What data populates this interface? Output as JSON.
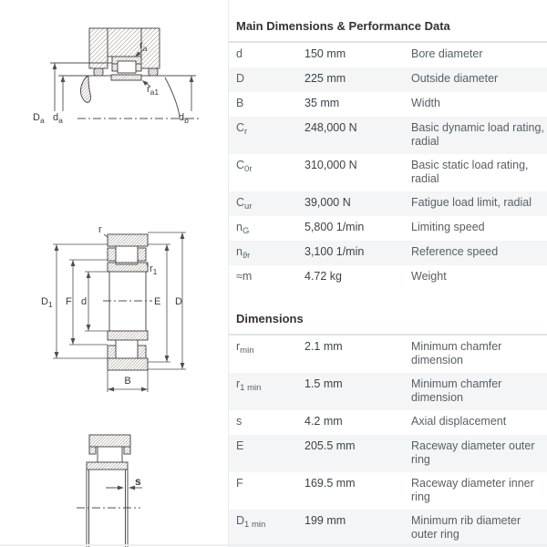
{
  "tables": {
    "main": {
      "title": "Main Dimensions & Performance Data",
      "rows": [
        {
          "sym": "d",
          "sub": "",
          "value": "150 mm",
          "desc": "Bore diameter"
        },
        {
          "sym": "D",
          "sub": "",
          "value": "225 mm",
          "desc": "Outside diameter"
        },
        {
          "sym": "B",
          "sub": "",
          "value": "35 mm",
          "desc": "Width"
        },
        {
          "sym": "C",
          "sub": "r",
          "value": "248,000 N",
          "desc": "Basic dynamic load rating,\nradial"
        },
        {
          "sym": "C",
          "sub": "0r",
          "value": "310,000 N",
          "desc": "Basic static load rating,\nradial"
        },
        {
          "sym": "C",
          "sub": "ur",
          "value": "39,000 N",
          "desc": "Fatigue load limit, radial"
        },
        {
          "sym": "n",
          "sub": "G",
          "value": "5,800 1/min",
          "desc": "Limiting speed"
        },
        {
          "sym": "n",
          "sub": "ϑr",
          "value": "3,100 1/min",
          "desc": "Reference speed"
        },
        {
          "sym": "≈m",
          "sub": "",
          "value": "4.72 kg",
          "desc": "Weight"
        }
      ]
    },
    "dimensions": {
      "title": "Dimensions",
      "rows": [
        {
          "sym": "r",
          "sub": "min",
          "value": "2.1 mm",
          "desc": "Minimum chamfer\ndimension"
        },
        {
          "sym": "r",
          "sub": "1 min",
          "value": "1.5 mm",
          "desc": "Minimum chamfer\ndimension"
        },
        {
          "sym": "s",
          "sub": "",
          "value": "4.2 mm",
          "desc": "Axial displacement"
        },
        {
          "sym": "E",
          "sub": "",
          "value": "205.5 mm",
          "desc": "Raceway diameter outer\nring"
        },
        {
          "sym": "F",
          "sub": "",
          "value": "169.5 mm",
          "desc": "Raceway diameter inner\nring"
        },
        {
          "sym": "D",
          "sub": "1 min",
          "value": "199 mm",
          "desc": "Minimum rib diameter\nouter ring"
        }
      ]
    }
  },
  "drawings": {
    "mounting": {
      "ra_base": "r",
      "ra_sub": "a",
      "ra1_base": "r",
      "ra1_sub": "a1",
      "Da_base": "D",
      "Da_sub": "a",
      "da_base": "d",
      "da_sub": "a",
      "db_base": "d",
      "db_sub": "b"
    },
    "section": {
      "r": "r",
      "r1_base": "r",
      "r1_sub": "1",
      "D1_base": "D",
      "D1_sub": "1",
      "F": "F",
      "d": "d",
      "E": "E",
      "D": "D",
      "B": "B"
    },
    "displacement": {
      "s": "s"
    }
  },
  "colors": {
    "alt_row": "#f4f5f6",
    "divider": "#e0e3e5",
    "drawing_line": "#4f4f4f",
    "hatch": "#8a8076"
  }
}
